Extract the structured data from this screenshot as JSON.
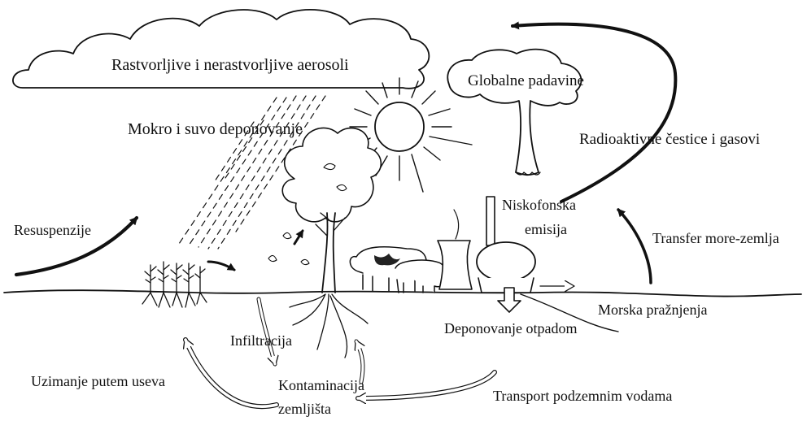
{
  "labels": {
    "aerosols": "Rastvorljive i nerastvorljive aerosoli",
    "global_fallout": "Globalne padavine",
    "wet_dry_deposition": "Mokro i suvo deponovanje",
    "radioactive_particles": "Radioaktivne čestice i gasovi",
    "resuspension": "Resuspenzije",
    "low_level_emission_line1": "Niskofonska",
    "low_level_emission_line2": "emisija",
    "sea_land_transfer": "Transfer more-zemlja",
    "sea_discharges": "Morska pražnjenja",
    "waste_disposal": "Deponovanje otpadom",
    "infiltration": "Infiltracija",
    "crop_uptake": "Uzimanje putem useva",
    "soil_contamination_line1": "Kontaminacija",
    "soil_contamination_line2": "zemljišta",
    "groundwater_transport": "Transport podzemnim vodama"
  },
  "colors": {
    "ink": "#111111",
    "background": "#ffffff"
  }
}
